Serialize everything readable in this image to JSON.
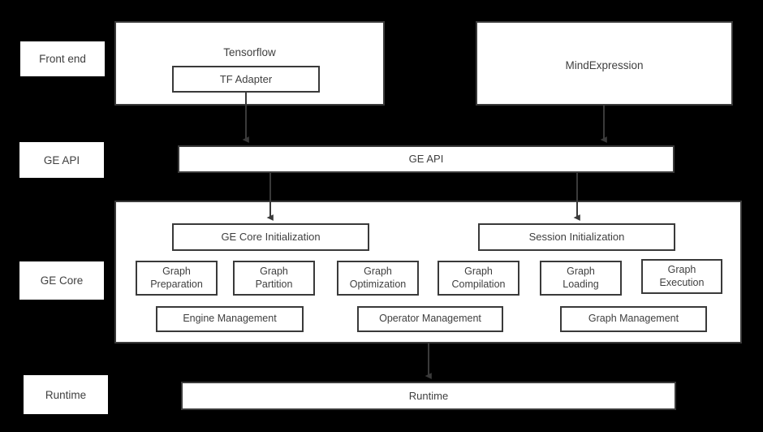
{
  "diagram": {
    "background_color": "#000000",
    "box_fill": "#ffffff",
    "box_border": "#3a3a3a",
    "text_color": "#3f3f3f",
    "stage_labels": [
      {
        "label": "Front end"
      },
      {
        "label": "GE API"
      },
      {
        "label": "GE Core"
      },
      {
        "label": "Runtime"
      }
    ],
    "frontend": {
      "tensorflow_title": "Tensorflow",
      "tf_adapter": "TF Adapter",
      "mindexpression_title": "MindExpression"
    },
    "ge_api_bar": {
      "label": "GE API"
    },
    "ge_core": {
      "init_boxes": [
        {
          "label": "GE Core Initialization"
        },
        {
          "label": "Session Initialization"
        }
      ],
      "stage_boxes": [
        {
          "label": "Graph\nPreparation"
        },
        {
          "label": "Graph\nPartition"
        },
        {
          "label": "Graph\nOptimization"
        },
        {
          "label": "Graph\nCompilation"
        },
        {
          "label": "Graph\nLoading"
        },
        {
          "label": "Graph\nExecution"
        }
      ],
      "management_boxes": [
        {
          "label": "Engine Management"
        },
        {
          "label": "Operator Management"
        },
        {
          "label": "Graph Management"
        }
      ]
    },
    "runtime_bar": {
      "label": "Runtime"
    }
  }
}
